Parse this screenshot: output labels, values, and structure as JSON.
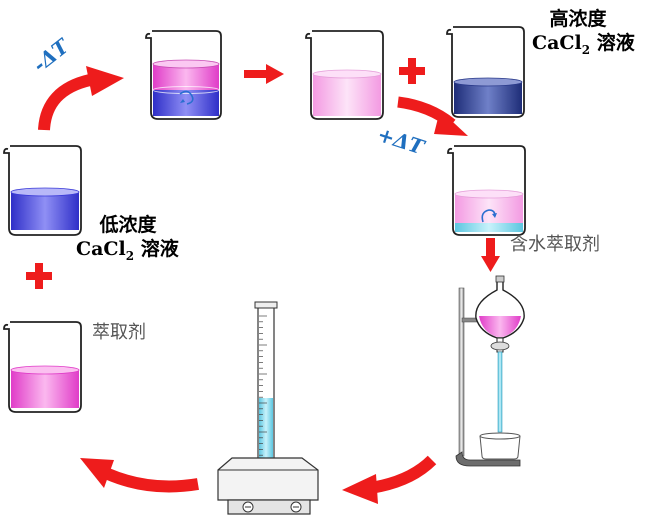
{
  "labels": {
    "high_conc_line1": "高浓度",
    "high_conc_line2_main": "CaCl",
    "high_conc_line2_sub": "2",
    "high_conc_line2_tail": " 溶液",
    "low_conc_line1": "低浓度",
    "low_conc_line2_main": "CaCl",
    "low_conc_line2_sub": "2",
    "low_conc_line2_tail": " 溶液",
    "extractant": "萃取剂",
    "water_extractant": "含水萃取剂",
    "minus_delta_t": "-ΔT",
    "plus_delta_t": "+ΔT"
  },
  "colors": {
    "arrow_red": "#ee1c1c",
    "delta_blue": "#1f6fbf",
    "pink": "#f07ad8",
    "light_pink": "#f8c6ef",
    "blue_liquid": "#3b3bd8",
    "navy_liquid": "#2a3a8a",
    "cyan_liquid": "#7fd8ec"
  },
  "icons": [
    "beaker-icon",
    "separatory-funnel-icon",
    "graduated-cylinder-icon",
    "hot-plate-stirrer-icon",
    "plus-icon",
    "arrow-icon",
    "mixing-arrow-icon"
  ]
}
